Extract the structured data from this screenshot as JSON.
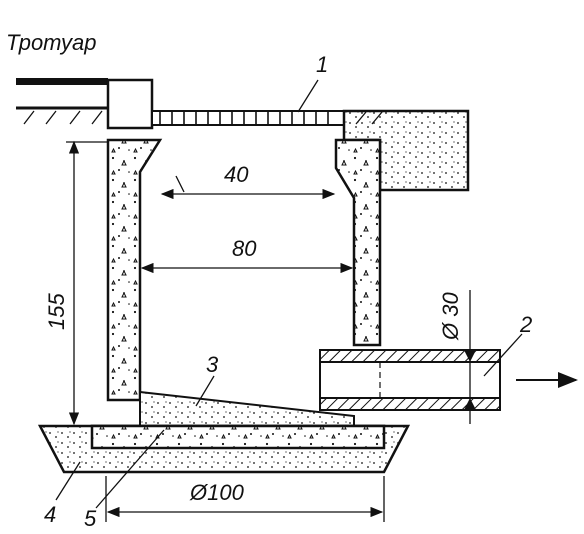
{
  "labels": {
    "sidewalk": "Тротуар",
    "callout_1": "1",
    "callout_2": "2",
    "callout_3": "3",
    "callout_4": "4",
    "callout_5": "5"
  },
  "dimensions": {
    "neck_width": "40",
    "chamber_width": "80",
    "depth": "155",
    "pipe_diameter": "Ø 30",
    "base_diameter": "Ø100"
  }
}
